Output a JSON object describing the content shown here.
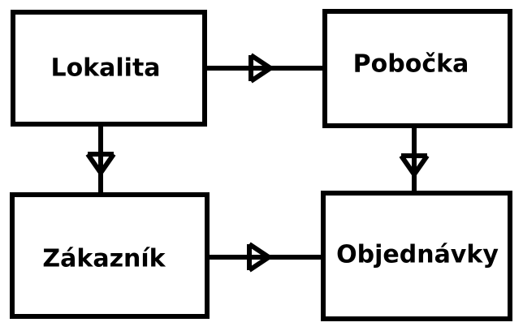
{
  "diagram": {
    "entities": {
      "lokalita": "Lokalita",
      "pobocka": "Pobočka",
      "zakaznik": "Zákazník",
      "objednavky": "Objednávky"
    },
    "relationships": [
      {
        "from": "Lokalita",
        "to": "Pobočka"
      },
      {
        "from": "Lokalita",
        "to": "Zákazník"
      },
      {
        "from": "Pobočka",
        "to": "Objednávky"
      },
      {
        "from": "Zákazník",
        "to": "Objednávky"
      }
    ],
    "colors": {
      "stroke": "#000000",
      "background": "#ffffff"
    }
  }
}
